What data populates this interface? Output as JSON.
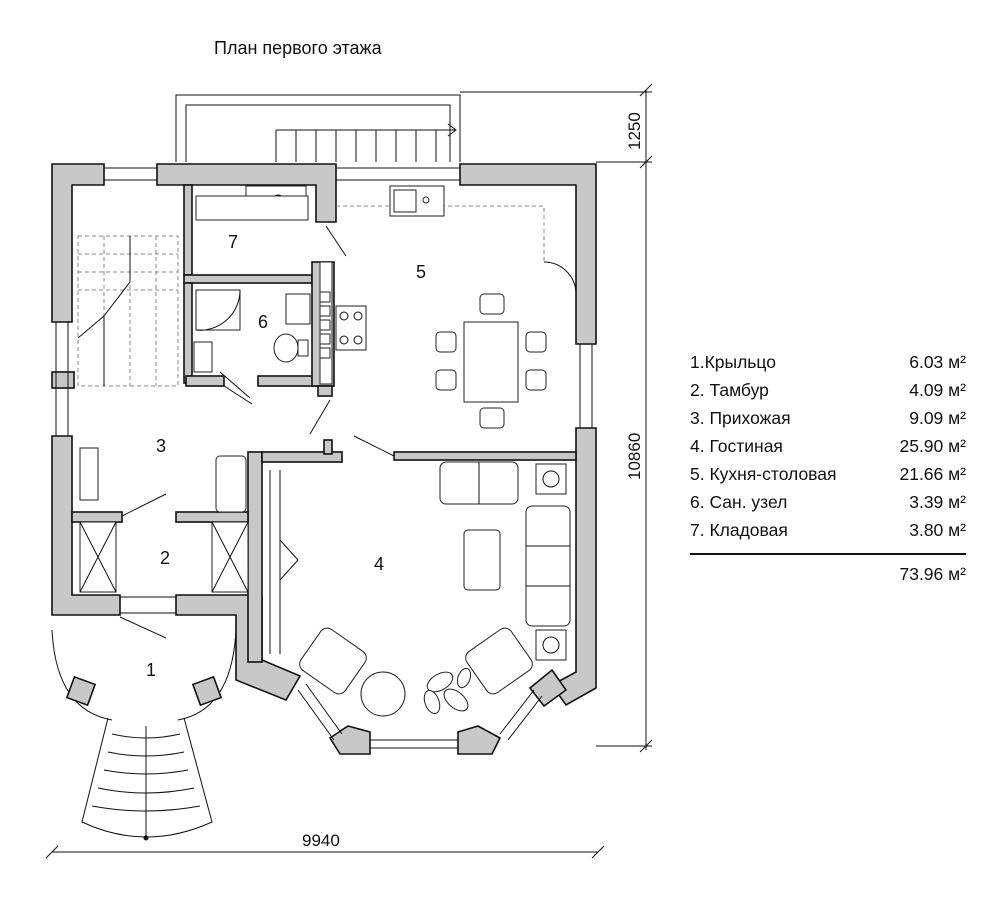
{
  "title": "План первого этажа",
  "dimensions": {
    "width": "9940",
    "height": "10860",
    "porch_depth": "1250"
  },
  "room_numbers": [
    "1",
    "2",
    "3",
    "4",
    "5",
    "6",
    "7"
  ],
  "rooms": [
    {
      "name": "1.Крыльцо",
      "area": "6.03 м²"
    },
    {
      "name": "2. Тамбур",
      "area": "4.09 м²"
    },
    {
      "name": "3. Прихожая",
      "area": "9.09 м²"
    },
    {
      "name": "4. Гостиная",
      "area": "25.90 м²"
    },
    {
      "name": "5. Кухня-столовая",
      "area": "21.66 м²"
    },
    {
      "name": "6. Сан. узел",
      "area": "3.39 м²"
    },
    {
      "name": "7. Кладовая",
      "area": "3.80 м²"
    }
  ],
  "total_area": "73.96 м²"
}
